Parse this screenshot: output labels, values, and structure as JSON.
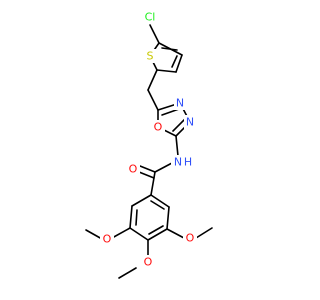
{
  "colors": {
    "bond": "#000000",
    "oxygen": "#ff0d0d",
    "nitrogen": "#3050f8",
    "sulfur": "#c8c800",
    "chlorine": "#1ff01f",
    "background": "#ffffff"
  },
  "atoms": {
    "cl": "Cl",
    "s": "S",
    "n_oxadiazole_top": "N",
    "n_oxadiazole_bottom": "N",
    "o_oxadiazole": "O",
    "n_amide": "N",
    "h_amide": "H",
    "o_carbonyl": "O",
    "o_methoxy_left": "O",
    "o_methoxy_right": "O",
    "o_methoxy_bottom": "O"
  }
}
